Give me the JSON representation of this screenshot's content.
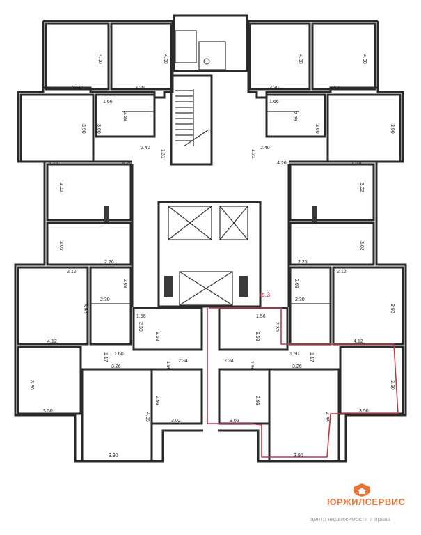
{
  "plan": {
    "apartment_label": "кв.3",
    "colors": {
      "wall": "#2a2a2a",
      "highlight": "#c0394b"
    },
    "dimensions": [
      {
        "id": "d01",
        "text": "3.62"
      },
      {
        "id": "d02",
        "text": "3.30"
      },
      {
        "id": "d03",
        "text": "4.00"
      },
      {
        "id": "d04",
        "text": "4.00"
      },
      {
        "id": "d05",
        "text": "3.30"
      },
      {
        "id": "d06",
        "text": "3.62"
      },
      {
        "id": "d07",
        "text": "4.00"
      },
      {
        "id": "d08",
        "text": "4.00"
      },
      {
        "id": "d09",
        "text": "1.66"
      },
      {
        "id": "d10",
        "text": "2.59"
      },
      {
        "id": "d11",
        "text": "3.90"
      },
      {
        "id": "d12",
        "text": "3.60"
      },
      {
        "id": "d13",
        "text": "2.40"
      },
      {
        "id": "d14",
        "text": "1.31"
      },
      {
        "id": "d15",
        "text": "4.24"
      },
      {
        "id": "d16",
        "text": "4.26"
      },
      {
        "id": "d17",
        "text": "1.66"
      },
      {
        "id": "d18",
        "text": "2.59"
      },
      {
        "id": "d19",
        "text": "1.31"
      },
      {
        "id": "d20",
        "text": "2.40"
      },
      {
        "id": "d21",
        "text": "3.60"
      },
      {
        "id": "d22",
        "text": "3.90"
      },
      {
        "id": "d23",
        "text": "4.26"
      },
      {
        "id": "d24",
        "text": "4.24"
      },
      {
        "id": "d25",
        "text": "3.02"
      },
      {
        "id": "d26",
        "text": "3.02"
      },
      {
        "id": "d27",
        "text": "3.02"
      },
      {
        "id": "d28",
        "text": "3.02"
      },
      {
        "id": "d29",
        "text": "2.12"
      },
      {
        "id": "d30",
        "text": "2.26"
      },
      {
        "id": "d31",
        "text": "2.26"
      },
      {
        "id": "d32",
        "text": "2.12"
      },
      {
        "id": "d33",
        "text": "2.08"
      },
      {
        "id": "d34",
        "text": "2.08"
      },
      {
        "id": "d35",
        "text": "2.30"
      },
      {
        "id": "d36",
        "text": "2.30"
      },
      {
        "id": "d37",
        "text": "3.90"
      },
      {
        "id": "d38",
        "text": "3.90"
      },
      {
        "id": "d39",
        "text": "1.56"
      },
      {
        "id": "d40",
        "text": "1.56"
      },
      {
        "id": "d41",
        "text": "2.30"
      },
      {
        "id": "d42",
        "text": "2.30"
      },
      {
        "id": "d43",
        "text": "3.53"
      },
      {
        "id": "d44",
        "text": "3.53"
      },
      {
        "id": "d45",
        "text": "4.12"
      },
      {
        "id": "d46",
        "text": "4.12"
      },
      {
        "id": "d47",
        "text": "1.60"
      },
      {
        "id": "d48",
        "text": "1.60"
      },
      {
        "id": "d49",
        "text": "1.17"
      },
      {
        "id": "d50",
        "text": "1.17"
      },
      {
        "id": "d51",
        "text": "3.26"
      },
      {
        "id": "d52",
        "text": "3.26"
      },
      {
        "id": "d53",
        "text": "1.90"
      },
      {
        "id": "d54",
        "text": "1.90"
      },
      {
        "id": "d55",
        "text": "2.34"
      },
      {
        "id": "d56",
        "text": "2.34"
      },
      {
        "id": "d57",
        "text": "3.90"
      },
      {
        "id": "d58",
        "text": "3.90"
      },
      {
        "id": "d59",
        "text": "2.99"
      },
      {
        "id": "d60",
        "text": "2.99"
      },
      {
        "id": "d61",
        "text": "4.99"
      },
      {
        "id": "d62",
        "text": "4.99"
      },
      {
        "id": "d63",
        "text": "3.50"
      },
      {
        "id": "d64",
        "text": "3.50"
      },
      {
        "id": "d65",
        "text": "3.02"
      },
      {
        "id": "d66",
        "text": "3.02"
      },
      {
        "id": "d67",
        "text": "3.90"
      },
      {
        "id": "d68",
        "text": "3.90"
      }
    ]
  },
  "brand": {
    "name": "ЮРЖИЛСЕРВИС",
    "tagline": "центр недвижимости и права",
    "accent": "#e8733b",
    "icon": "house-shield-icon"
  }
}
